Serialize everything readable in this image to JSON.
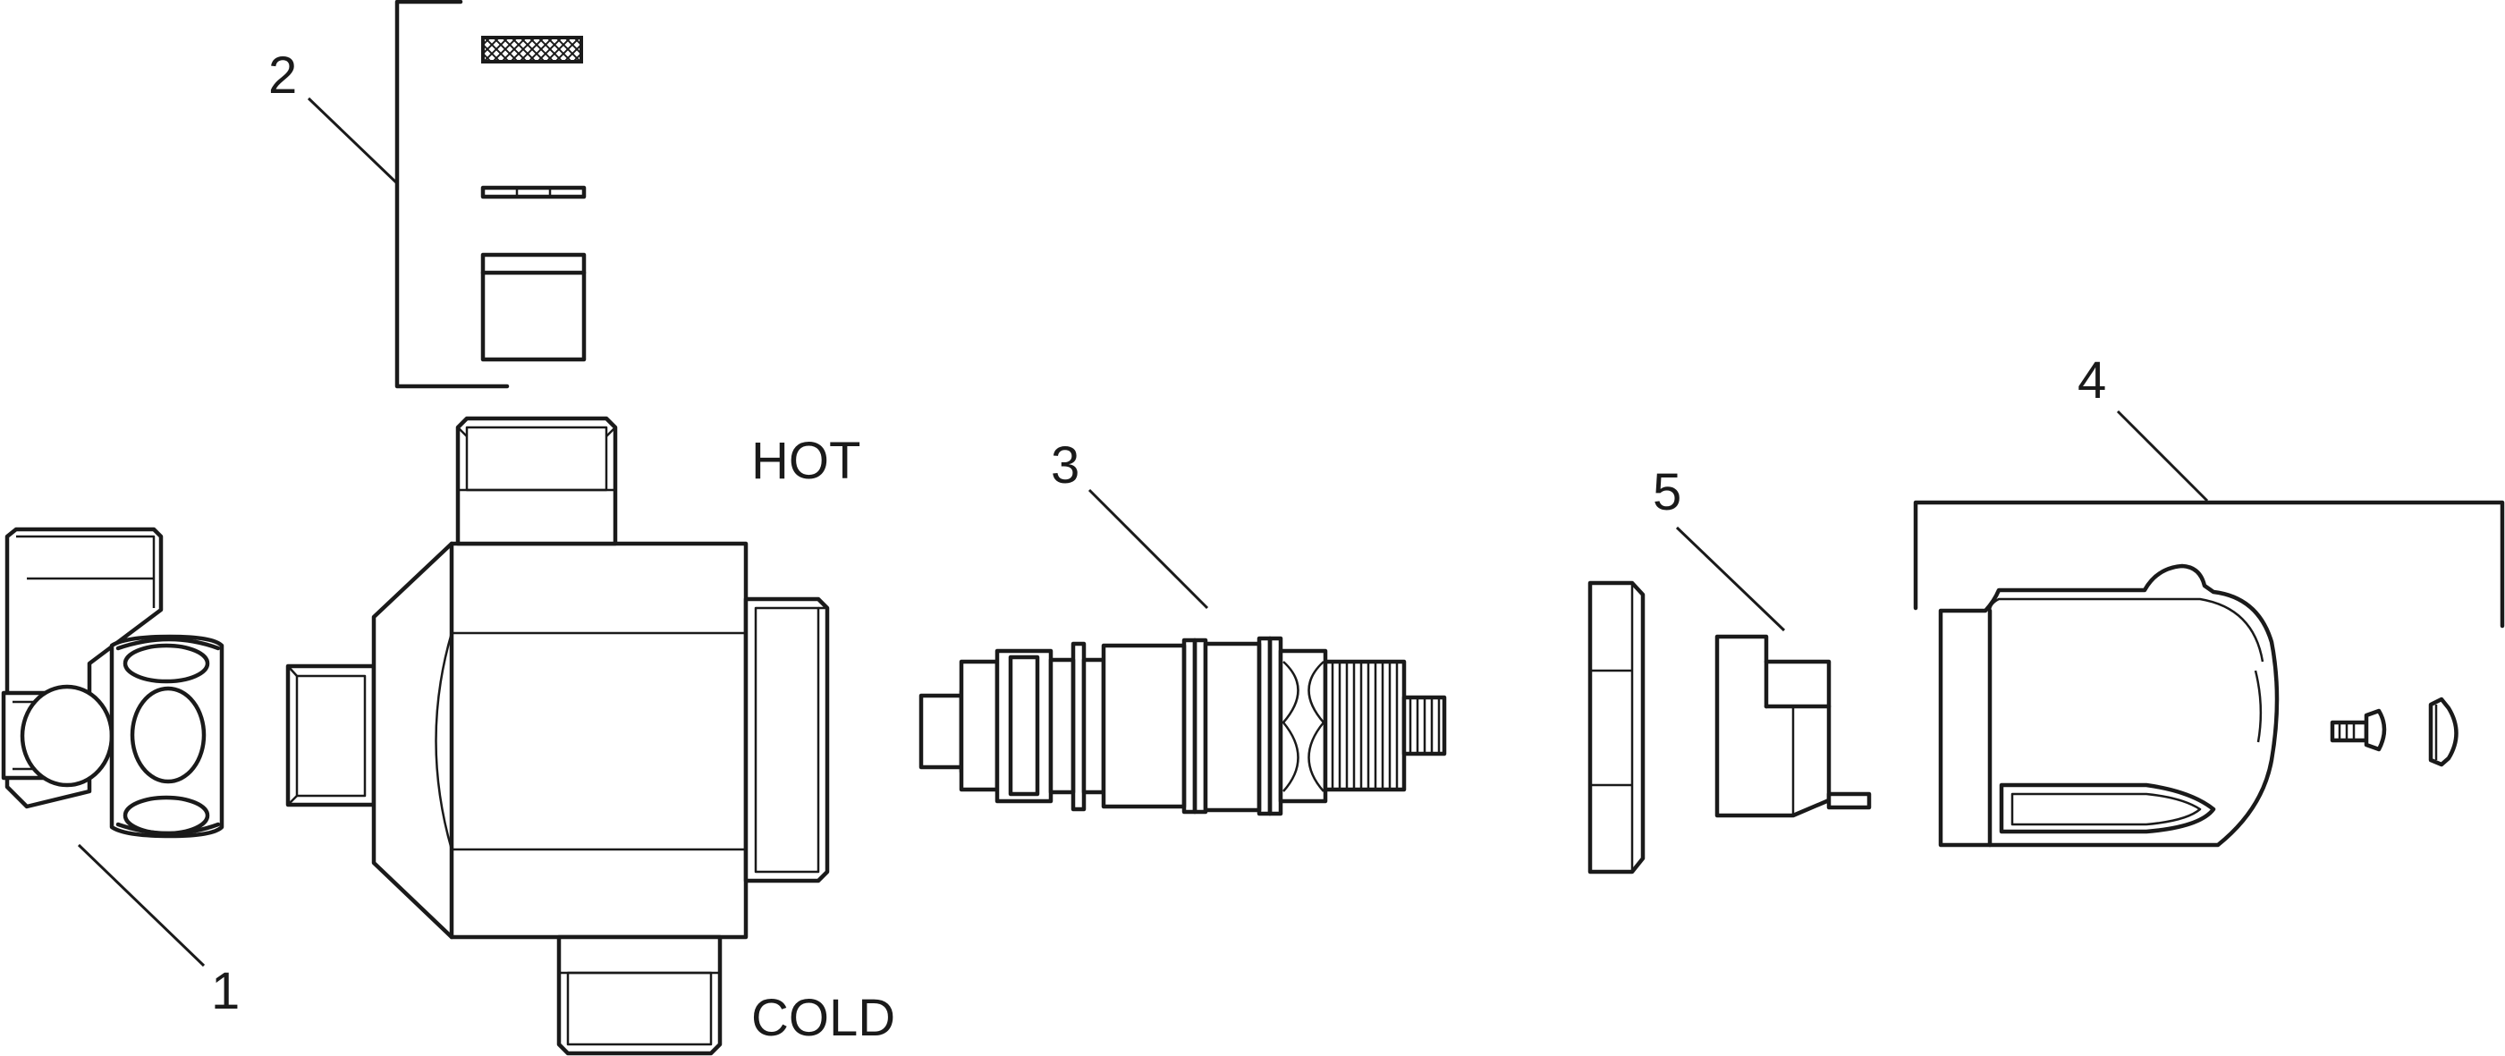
{
  "diagram": {
    "callouts": {
      "part1": "1",
      "part2": "2",
      "part3": "3",
      "part4": "4",
      "part5": "5"
    },
    "port_labels": {
      "hot": "HOT",
      "cold": "COLD"
    }
  }
}
